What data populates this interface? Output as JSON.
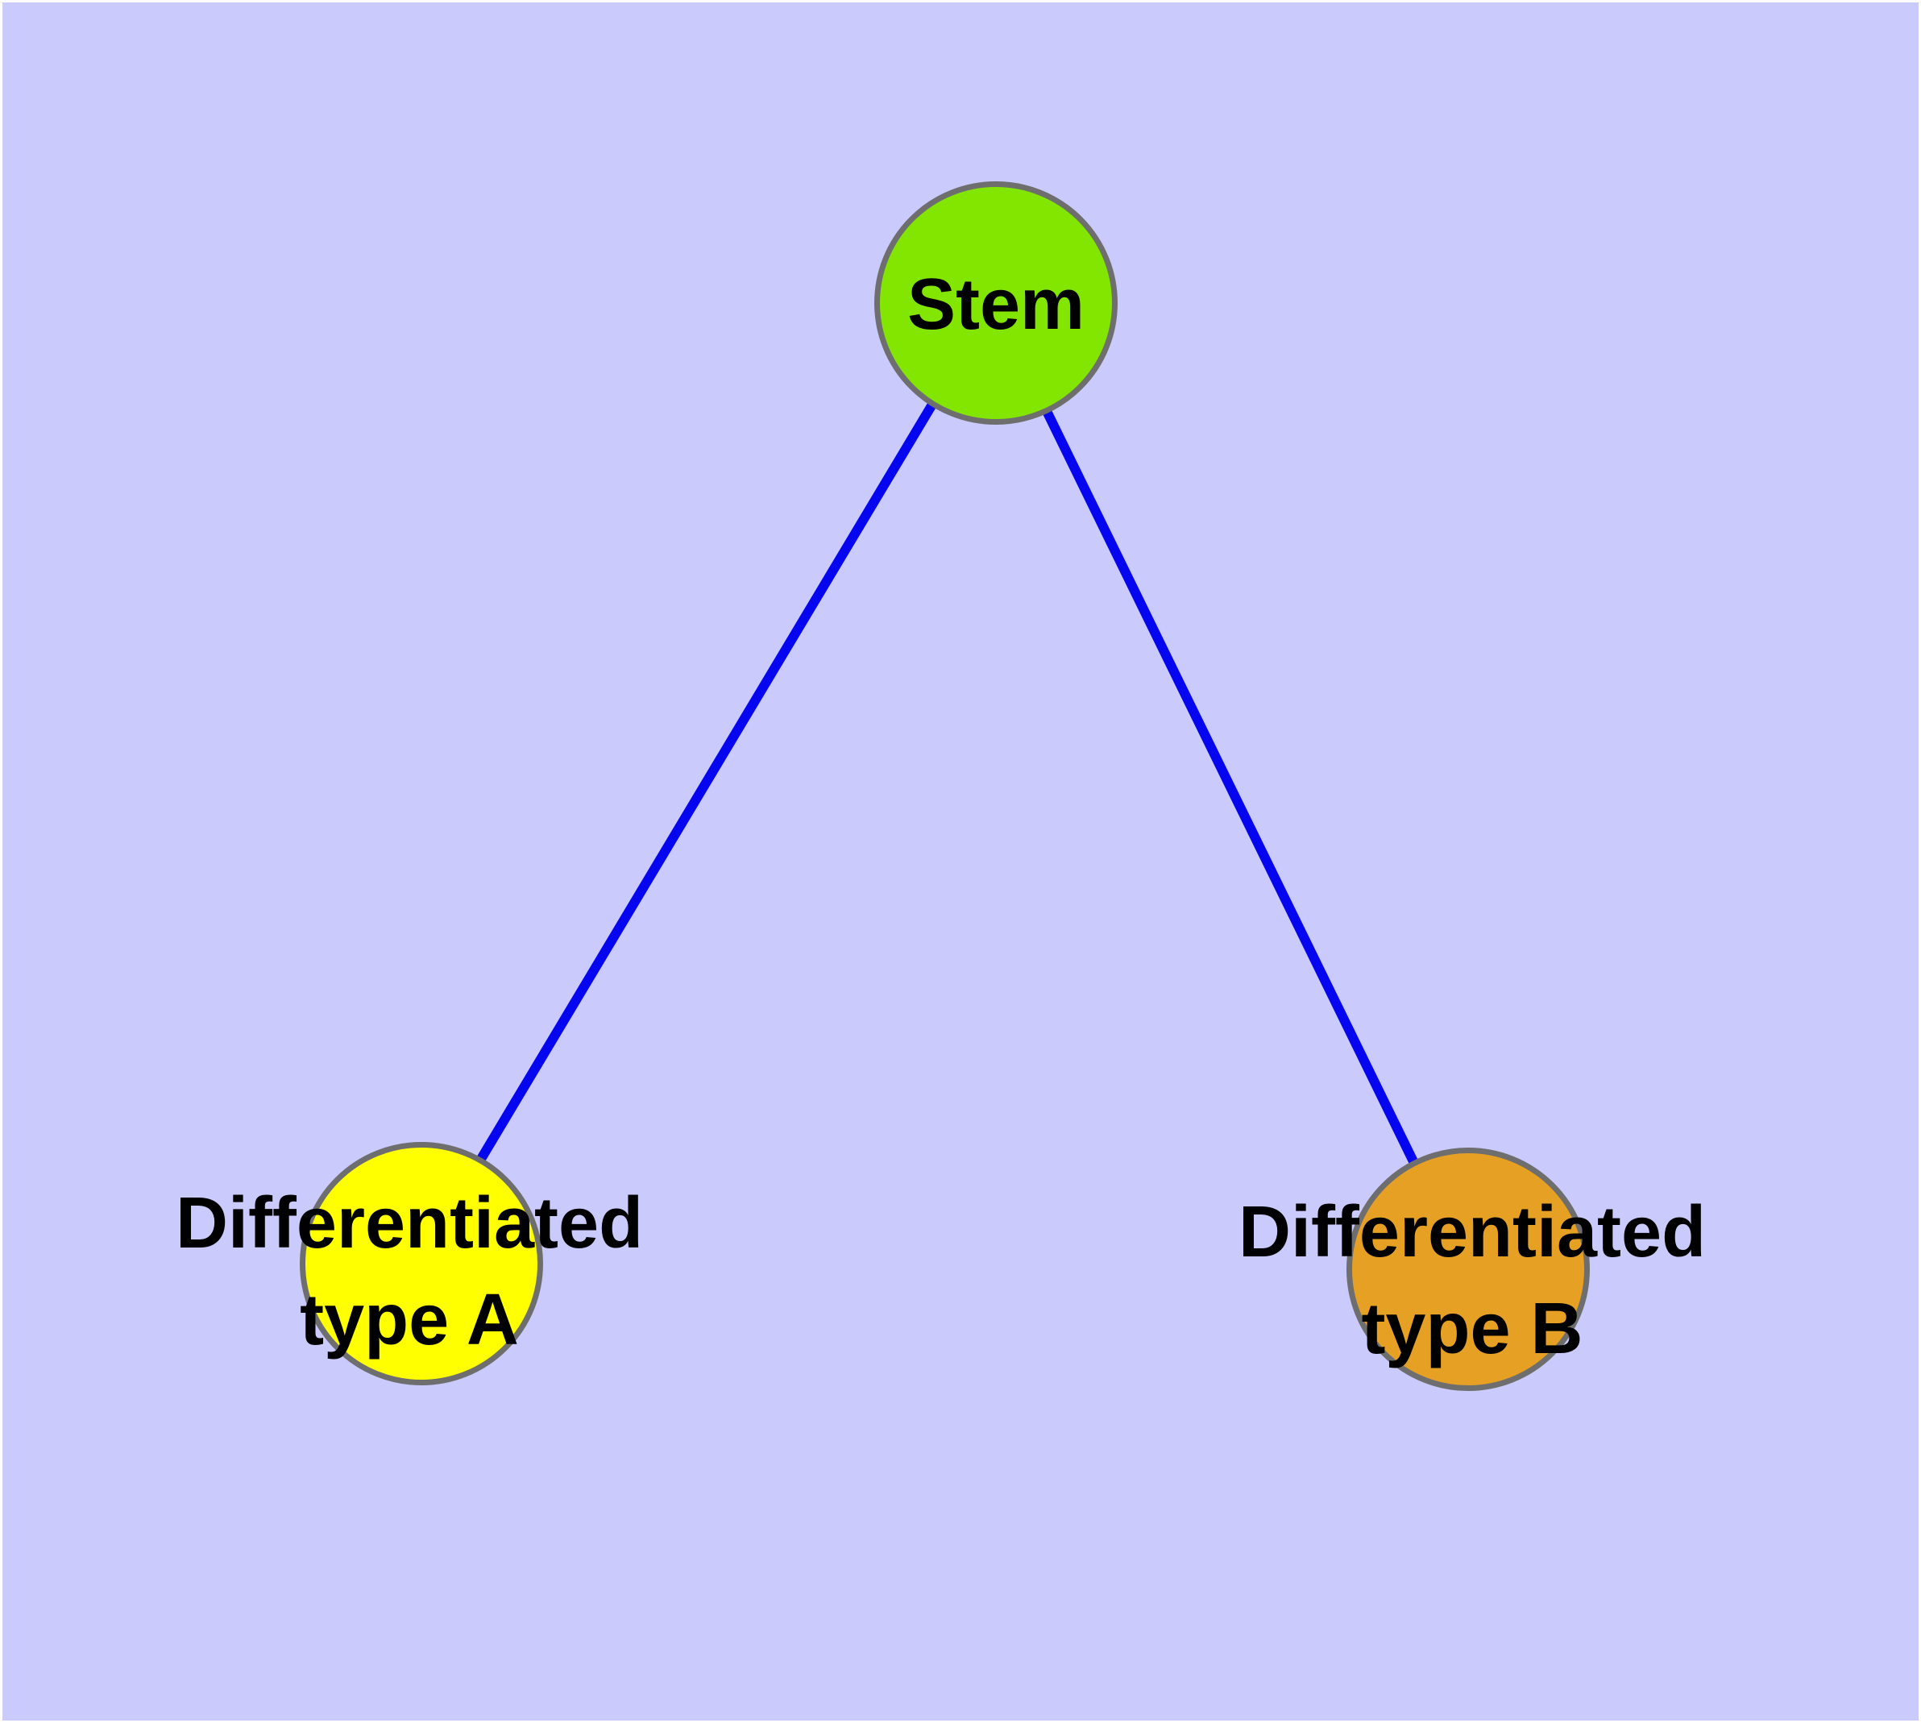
{
  "diagram": {
    "type": "graph",
    "description": "Stem cell differentiation graph: one stem node connected to two differentiated cell-type nodes",
    "colors": {
      "background": "#cacafc",
      "frame": "#ffffff",
      "edge": "#0505f0",
      "node_border": "#6e6e6e",
      "label_text": "#000000",
      "stem_fill": "#82e600",
      "type_a_fill": "#ffff00",
      "type_b_fill": "#e6a023"
    },
    "nodes": [
      {
        "id": "stem",
        "label": "Stem"
      },
      {
        "id": "type-a",
        "label": "Differentiated\ntype A"
      },
      {
        "id": "type-b",
        "label": "Differentiated\ntype B"
      }
    ],
    "edges": [
      {
        "from": "Stem",
        "to": "Differentiated type A"
      },
      {
        "from": "Stem",
        "to": "Differentiated type B"
      }
    ]
  }
}
